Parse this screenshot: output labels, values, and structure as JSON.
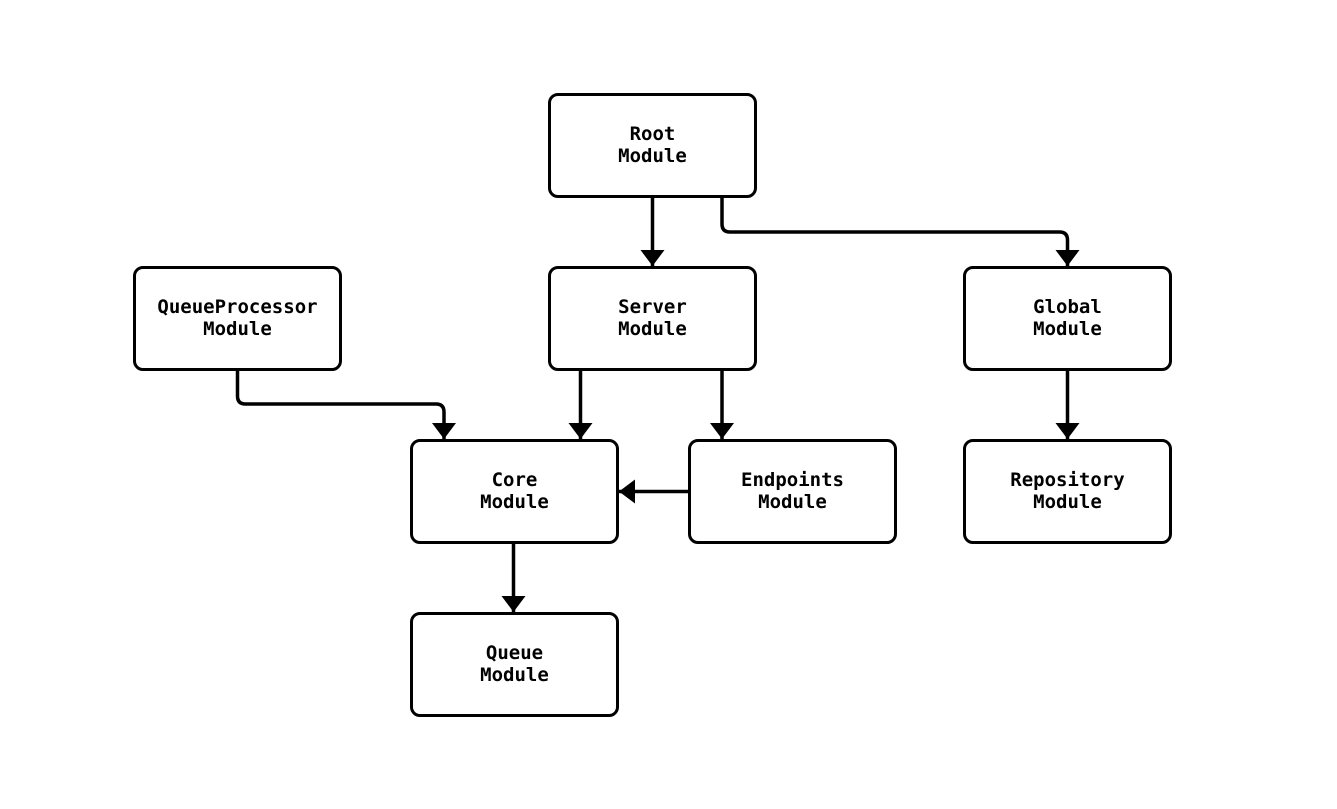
{
  "diagram": {
    "type": "module-dependency-flowchart",
    "background_color": "#ffffff",
    "node_fill_color": "#ffffff",
    "node_border_color": "#000000",
    "edge_color": "#000000",
    "text_color": "#000000",
    "nodes": {
      "root": {
        "label": "Root\nModule"
      },
      "queueprocessor": {
        "label": "QueueProcessor\nModule"
      },
      "server": {
        "label": "Server\nModule"
      },
      "global": {
        "label": "Global\nModule"
      },
      "core": {
        "label": "Core\nModule"
      },
      "endpoints": {
        "label": "Endpoints\nModule"
      },
      "repository": {
        "label": "Repository\nModule"
      },
      "queue": {
        "label": "Queue\nModule"
      }
    },
    "edges": [
      {
        "from": "Root Module",
        "to": "Server Module"
      },
      {
        "from": "Root Module",
        "to": "Global Module"
      },
      {
        "from": "QueueProcessor Module",
        "to": "Core Module"
      },
      {
        "from": "Server Module",
        "to": "Core Module"
      },
      {
        "from": "Server Module",
        "to": "Endpoints Module"
      },
      {
        "from": "Endpoints Module",
        "to": "Core Module"
      },
      {
        "from": "Global Module",
        "to": "Repository Module"
      },
      {
        "from": "Core Module",
        "to": "Queue Module"
      }
    ]
  }
}
